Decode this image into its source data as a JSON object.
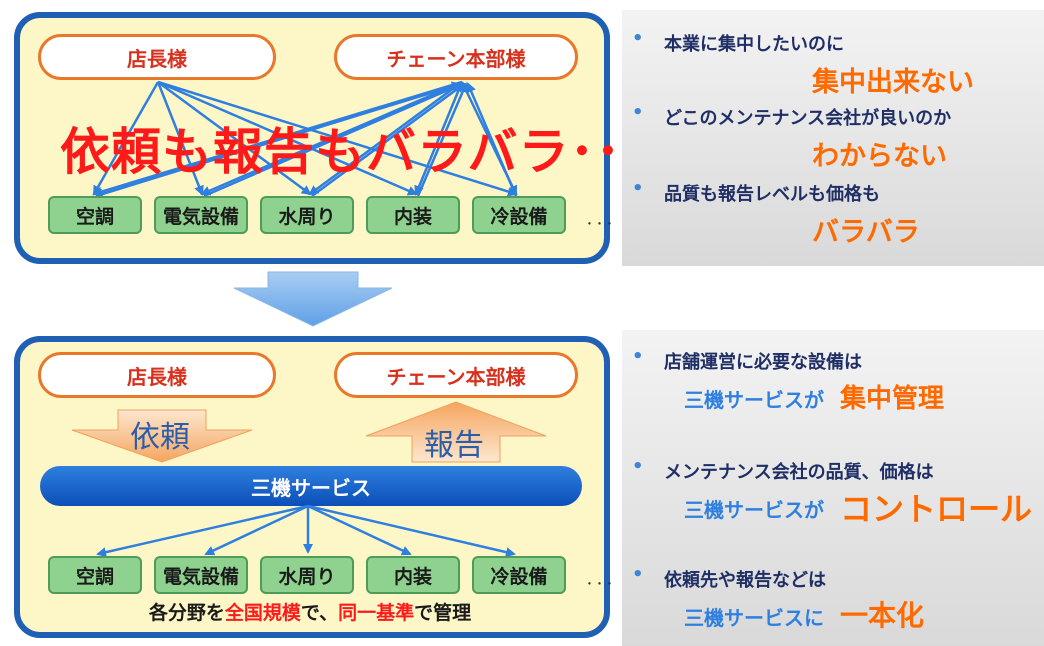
{
  "top": {
    "store_manager": "店長様",
    "chain_hq": "チェーン本部様",
    "headline": "依頼も報告もバラバラ･･･",
    "categories": [
      "空調",
      "電気設備",
      "水周り",
      "内装",
      "冷設備"
    ],
    "ellipsis": "･･･",
    "bullets": [
      {
        "text": "本業に集中したいのに",
        "highlight": "集中出来ない"
      },
      {
        "text": "どこのメンテナンス会社が良いのか",
        "highlight": "わからない"
      },
      {
        "text": "品質も報告レベルも価格も",
        "highlight": "バラバラ"
      }
    ]
  },
  "bottom": {
    "store_manager": "店長様",
    "chain_hq": "チェーン本部様",
    "request_label": "依頼",
    "report_label": "報告",
    "service_bar": "三機サービス",
    "categories": [
      "空調",
      "電気設備",
      "水周り",
      "内装",
      "冷設備"
    ],
    "ellipsis": "･･･",
    "footer": {
      "p1": "各分野を",
      "r1": "全国規模",
      "p2": "で、",
      "r2": "同一基準",
      "p3": "で管理"
    },
    "bullets": [
      {
        "line1": "店舗運営に必要な設備は",
        "prefix": "三機サービスが",
        "highlight": "集中管理"
      },
      {
        "line1": "メンテナンス会社の品質、価格は",
        "prefix": "三機サービスが",
        "highlight": "コントロール"
      },
      {
        "line1": "依頼先や報告などは",
        "prefix": "三機サービスに",
        "highlight": "一本化"
      }
    ]
  },
  "colors": {
    "panel_border": "#1f5fb4",
    "panel_fill": "#fdf7c8",
    "accent_orange": "#ff6a00",
    "accent_red": "#ff1a1a",
    "arrow_blue": "#2f7fe0",
    "category_green": "#8fd28f"
  }
}
